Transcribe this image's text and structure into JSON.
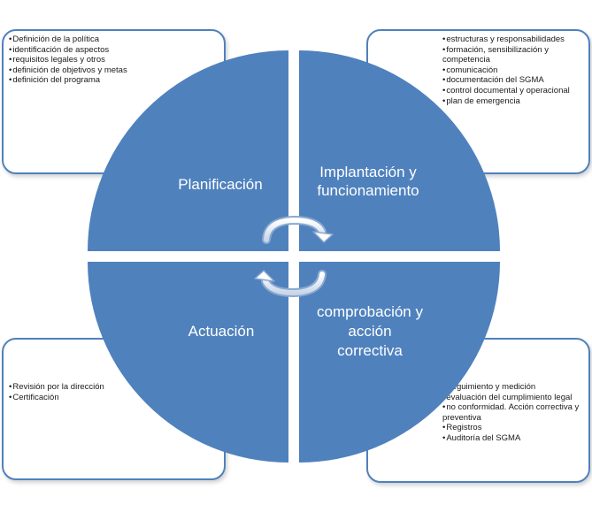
{
  "colors": {
    "quadrant": "#4f81bd",
    "box_border": "#4f81bd",
    "text_on_quadrant": "#ffffff"
  },
  "quadrants": {
    "top_left": "Planificación",
    "top_right_line1": "Implantación y",
    "top_right_line2": "funcionamiento",
    "bottom_left": "Actuación",
    "bottom_right_line1": "comprobación y",
    "bottom_right_line2": "acción",
    "bottom_right_line3": "correctiva"
  },
  "boxes": {
    "top_left": [
      "Definición de la política",
      "identificación de aspectos",
      "requisitos legales y otros",
      "definición de objetivos y metas",
      "definición del programa"
    ],
    "top_right": [
      "estructuras  y responsabilidades",
      "formación, sensibilización y competencia",
      "comunicación",
      "documentación del SGMA",
      "control documental y operacional",
      "plan de emergencia"
    ],
    "bottom_left": [
      "Revisión por la dirección",
      "Certificación"
    ],
    "bottom_right": [
      "Seguimiento y medición",
      "evaluación del cumplimiento legal",
      "no conformidad. Acción correctiva y preventiva",
      "Registros",
      "Auditoría del SGMA"
    ]
  },
  "icons": {
    "cycle": "circular-arrows-icon"
  }
}
